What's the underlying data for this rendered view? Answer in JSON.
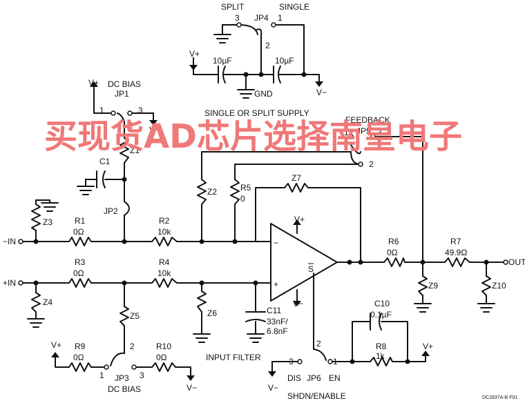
{
  "figure_id": "DC2837A-B F01",
  "watermark": "买现货AD芯片选择南皇电子",
  "supply": {
    "split_label": "SPLIT",
    "single_label": "SINGLE",
    "jumper": "JP4",
    "pin1": "1",
    "pin2": "2",
    "pin3": "3",
    "cap_left": "10µF",
    "cap_right": "10µF",
    "gnd": "GND",
    "vplus": "V+",
    "vminus": "V−",
    "caption": "SINGLE OR SPLIT SUPPLY"
  },
  "dc_bias_top": {
    "title": "DC BIAS",
    "jumper": "JP1",
    "vplus": "V+",
    "vminus": "V−",
    "pin1": "1",
    "pin2": "2",
    "pin3": "3",
    "z1": "Z1",
    "c1": "C1",
    "jp2": "JP2"
  },
  "inverting": {
    "input": "−IN",
    "z3": "Z3",
    "r1": "R1",
    "r1_val": "0Ω",
    "r2": "R2",
    "r2_val": "10k",
    "z2": "Z2",
    "r5": "R5",
    "r5_val": "0",
    "z7": "Z7"
  },
  "feedback": {
    "title": "FEEDBACK",
    "jumper": "JP5",
    "pin1": "1",
    "pin2": "2",
    "pin3": "3"
  },
  "opamp": {
    "vplus": "V+",
    "vminus": "V−",
    "minus": "−",
    "plus": "+",
    "shdn": "S"
  },
  "output": {
    "r6": "R6",
    "r6_val": "0Ω",
    "z9": "Z9",
    "r7": "R7",
    "r7_val": "49.9Ω",
    "z10": "Z10",
    "out": "OUT"
  },
  "noninverting": {
    "input": "+IN",
    "z4": "Z4",
    "r3": "R3",
    "r3_val": "0Ω",
    "r4": "R4",
    "r4_val": "10k",
    "z5": "Z5",
    "z6": "Z6",
    "c11": "C11",
    "c11_val1": "33nF/",
    "c11_val2": "6.8nF",
    "filter_caption": "INPUT FILTER"
  },
  "dc_bias_bottom": {
    "vplus": "V+",
    "vminus": "V−",
    "r9": "R9",
    "r9_val": "0Ω",
    "r10": "R10",
    "r10_val": "0Ω",
    "jumper": "JP3",
    "title": "DC BIAS",
    "pin1": "1",
    "pin2": "2",
    "pin3": "3"
  },
  "shutdown": {
    "c10": "C10",
    "c10_val": "0.1µF",
    "r8": "R8",
    "r8_val": "1k",
    "vplus": "V+",
    "vminus": "V−",
    "jumper": "JP6",
    "dis": "DIS",
    "en": "EN",
    "caption": "SHDN/ENABLE",
    "pin1": "1",
    "pin2": "2",
    "pin3": "3"
  }
}
